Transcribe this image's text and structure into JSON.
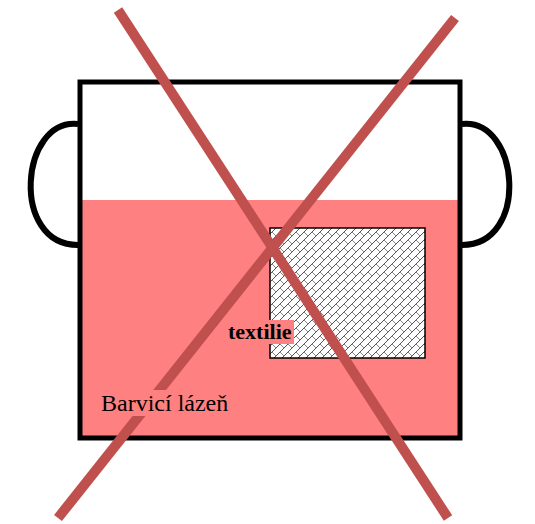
{
  "diagram": {
    "nodes": [
      {
        "text": [
          "Barvicí lázeň"
        ]
      },
      {
        "text": [
          "textilie"
        ],
        "in": 0
      }
    ]
  }
}
